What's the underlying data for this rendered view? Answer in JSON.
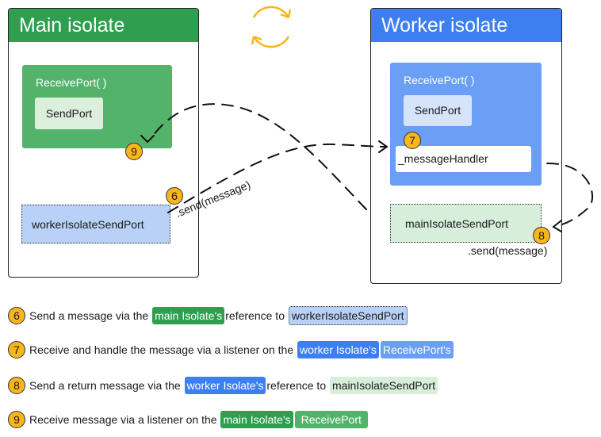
{
  "main_isolate": {
    "title": "Main isolate",
    "receive_port": {
      "label": "ReceivePort( )",
      "send_port_label": "SendPort"
    },
    "worker_send_port": "workerIsolateSendPort"
  },
  "worker_isolate": {
    "title": "Worker isolate",
    "receive_port": {
      "label": "ReceivePort( )",
      "send_port_label": "SendPort",
      "handler_label": "_messageHandler"
    },
    "main_send_port": "mainIsolateSendPort"
  },
  "send_label_6": ".send(message)",
  "send_label_8": ".send(message)",
  "badges": {
    "b6": "6",
    "b7": "7",
    "b8": "8",
    "b9": "9"
  },
  "colors": {
    "main_header": "#2e9e4f",
    "main_receive_port": "#54b36b",
    "worker_header": "#3d7ff0",
    "worker_receive_port": "#6a9ff5",
    "sync_icon": "#f8b51c",
    "badge": "#f8b51c"
  },
  "icons": {
    "sync": "sync-arrows-icon"
  },
  "legend": [
    {
      "number": "6",
      "text_before": "Send a message via the",
      "chip1": "main Isolate's",
      "text_middle": "reference to",
      "chip2": "workerIsolateSendPort"
    },
    {
      "number": "7",
      "text_before": "Receive and handle the message via a listener on the",
      "chip1": "worker Isolate's",
      "chip2": "ReceivePort's"
    },
    {
      "number": "8",
      "text_before": "Send a return message via the",
      "chip1": "worker Isolate's",
      "text_middle": "reference to",
      "chip2": "mainIsolateSendPort"
    },
    {
      "number": "9",
      "text_before": "Receive message via a listener on the",
      "chip1": "main Isolate's",
      "chip2": "ReceivePort"
    }
  ]
}
